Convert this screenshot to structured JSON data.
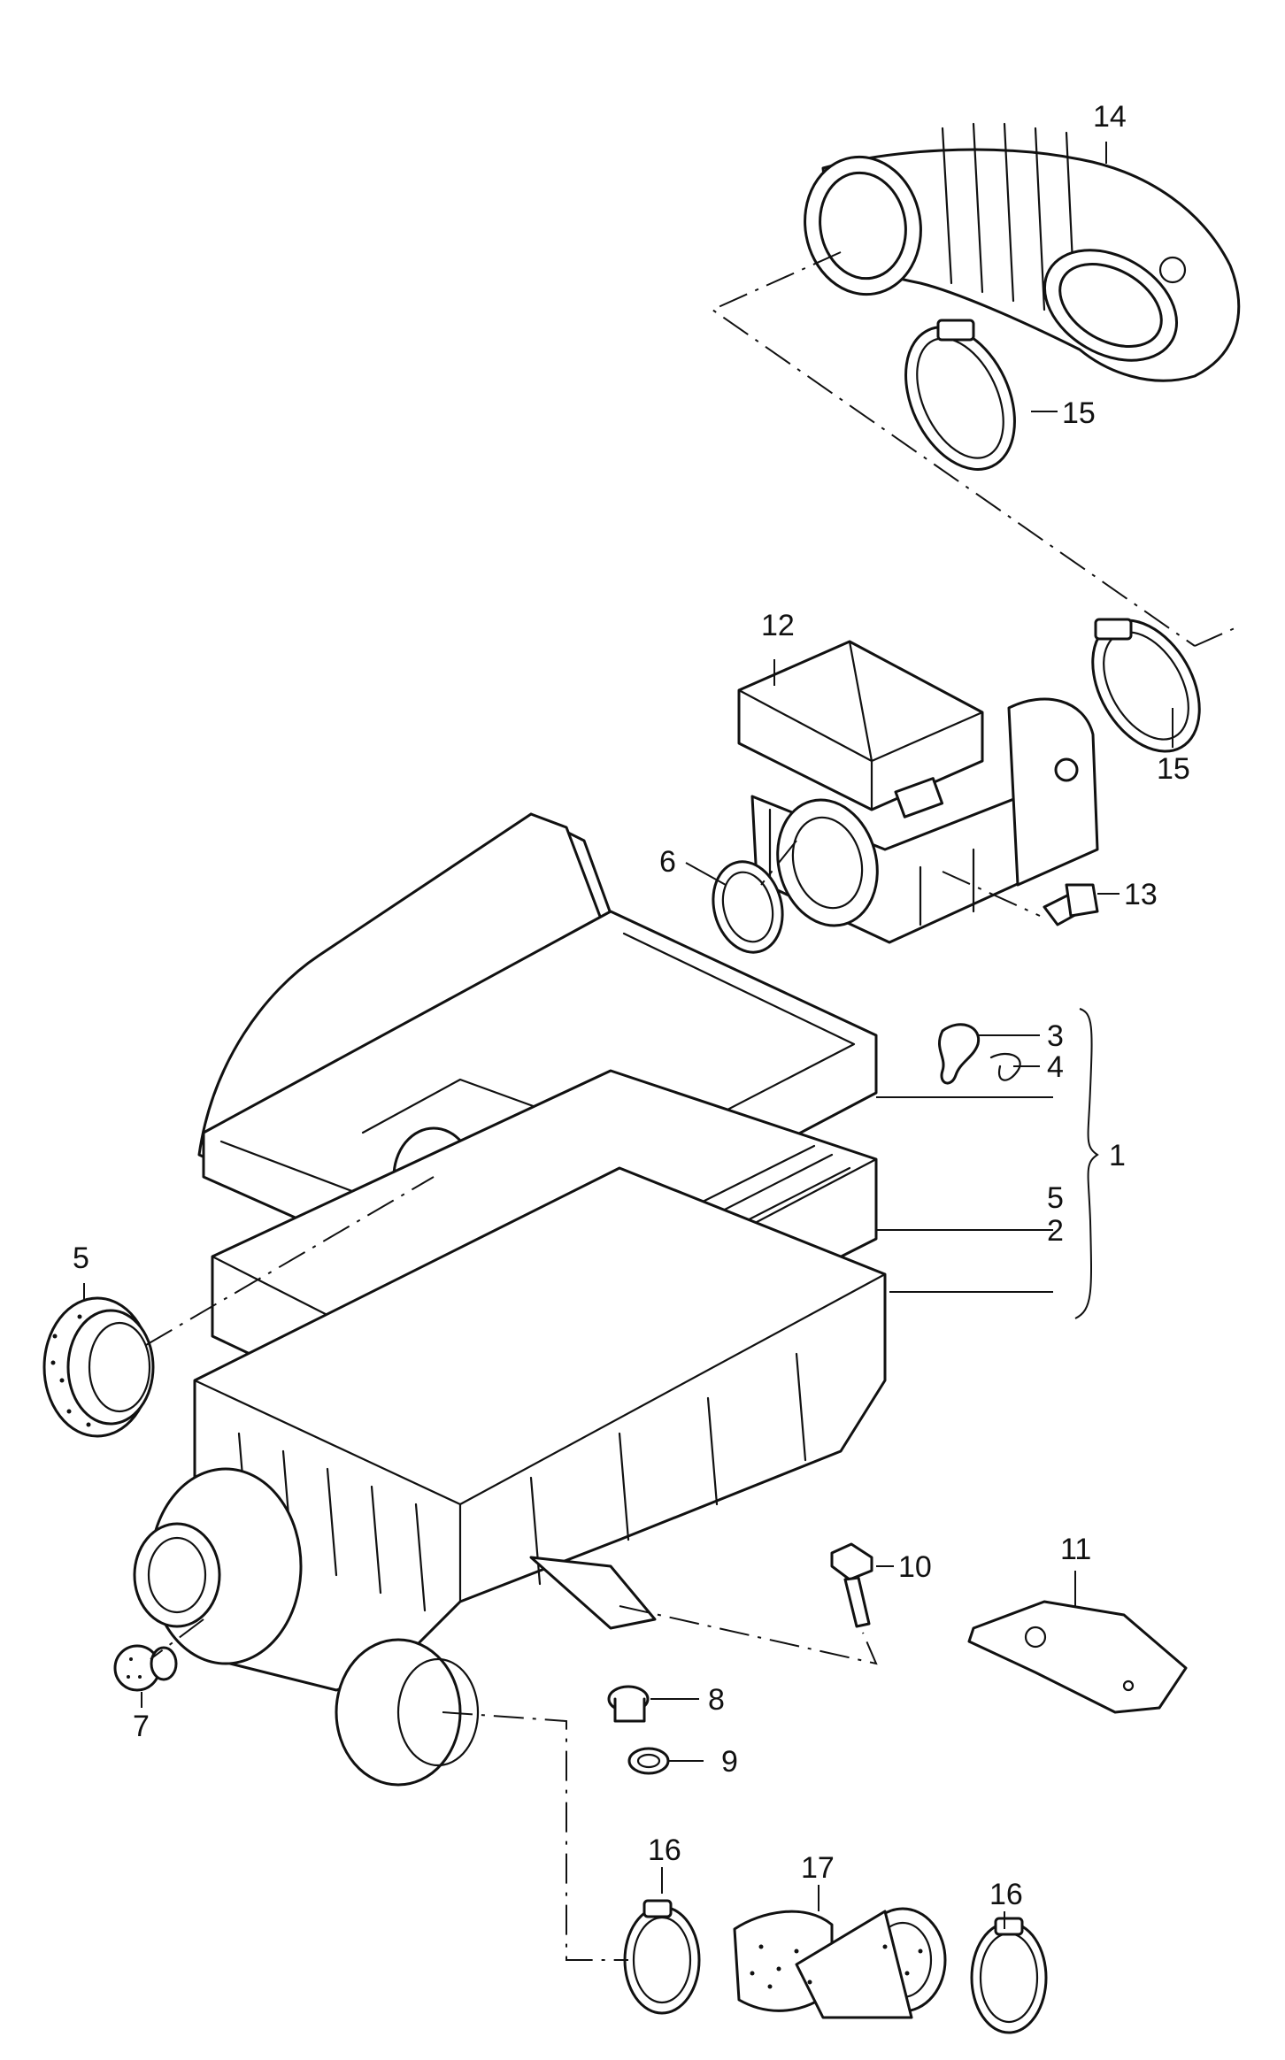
{
  "diagram": {
    "callouts": [
      {
        "id": "c14",
        "label": "14"
      },
      {
        "id": "c15a",
        "label": "15"
      },
      {
        "id": "c12",
        "label": "12"
      },
      {
        "id": "c15b",
        "label": "15"
      },
      {
        "id": "c6",
        "label": "6"
      },
      {
        "id": "c13",
        "label": "13"
      },
      {
        "id": "c3",
        "label": "3"
      },
      {
        "id": "c4",
        "label": "4"
      },
      {
        "id": "c1",
        "label": "1"
      },
      {
        "id": "c5a",
        "label": "5"
      },
      {
        "id": "c2",
        "label": "2"
      },
      {
        "id": "c5b",
        "label": "5"
      },
      {
        "id": "c10",
        "label": "10"
      },
      {
        "id": "c11",
        "label": "11"
      },
      {
        "id": "c7",
        "label": "7"
      },
      {
        "id": "c8",
        "label": "8"
      },
      {
        "id": "c9",
        "label": "9"
      },
      {
        "id": "c16a",
        "label": "16"
      },
      {
        "id": "c17",
        "label": "17"
      },
      {
        "id": "c16b",
        "label": "16"
      }
    ]
  }
}
